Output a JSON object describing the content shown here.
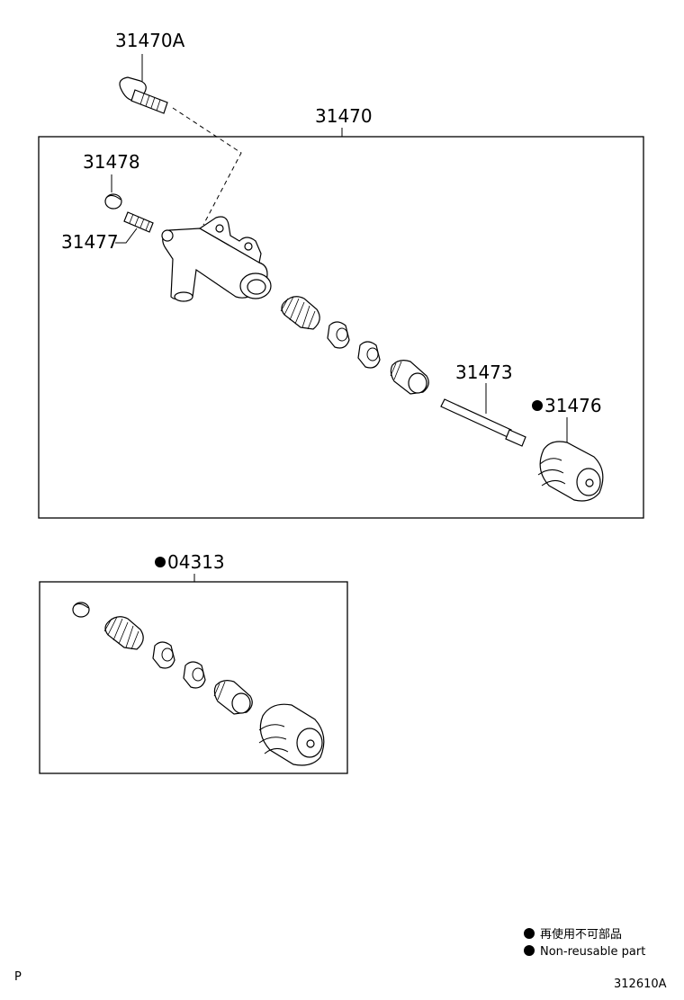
{
  "parts": {
    "bolt": "31470A",
    "cylinder_assy": "31470",
    "bleeder_cap": "31478",
    "bleeder_plug": "31477",
    "push_rod": "31473",
    "boot": "31476",
    "repair_kit": "04313"
  },
  "legend": {
    "japanese": "再使用不可部品",
    "english": "Non-reusable part"
  },
  "footer": {
    "left_mark": "P",
    "diagram_code": "312610A"
  }
}
